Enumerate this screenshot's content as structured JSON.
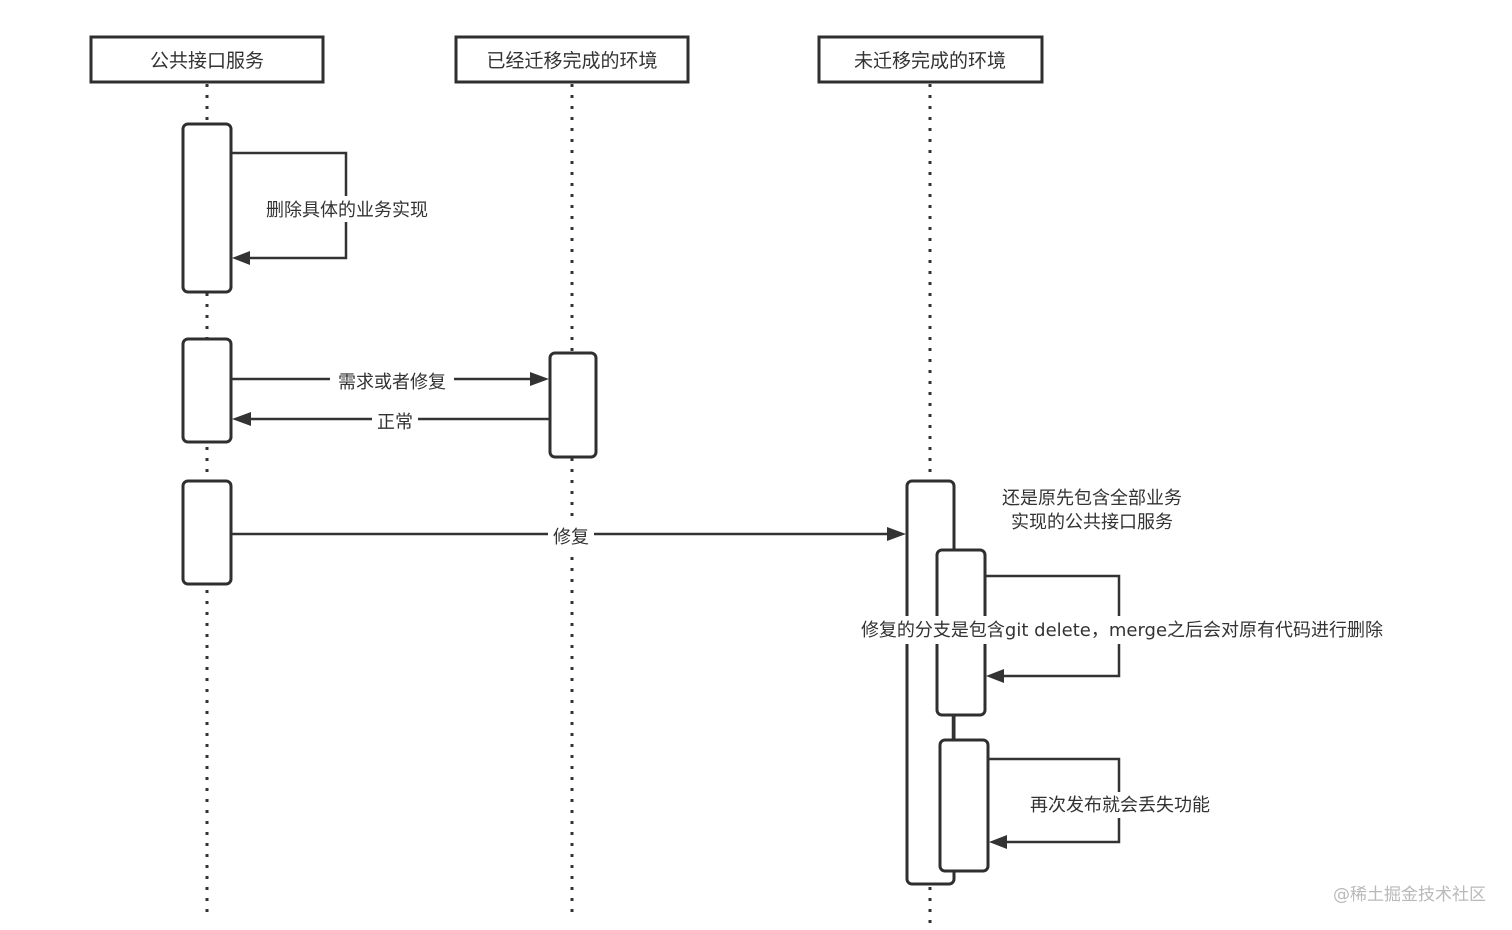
{
  "diagram": {
    "type": "sequence",
    "actors": [
      {
        "id": "public_api",
        "label": "公共接口服务"
      },
      {
        "id": "migrated_env",
        "label": "已经迁移完成的环境"
      },
      {
        "id": "unmigrated_env",
        "label": "未迁移完成的环境"
      }
    ],
    "messages": [
      {
        "from": "public_api",
        "to": "public_api",
        "label": "删除具体的业务实现",
        "kind": "self"
      },
      {
        "from": "public_api",
        "to": "migrated_env",
        "label": "需求或者修复",
        "kind": "request"
      },
      {
        "from": "migrated_env",
        "to": "public_api",
        "label": "正常",
        "kind": "response"
      },
      {
        "from": "public_api",
        "to": "unmigrated_env",
        "label": "修复",
        "kind": "request"
      },
      {
        "from": "unmigrated_env",
        "to": "unmigrated_env",
        "label": "修复的分支是包含git delete，merge之后会对原有代码进行删除",
        "kind": "self"
      },
      {
        "from": "unmigrated_env",
        "to": "unmigrated_env",
        "label": "再次发布就会丢失功能",
        "kind": "self"
      }
    ],
    "notes": [
      {
        "actor": "unmigrated_env",
        "lines": [
          "还是原先包含全部业务",
          "实现的公共接口服务"
        ]
      }
    ]
  },
  "watermark": "@稀土掘金技术社区"
}
